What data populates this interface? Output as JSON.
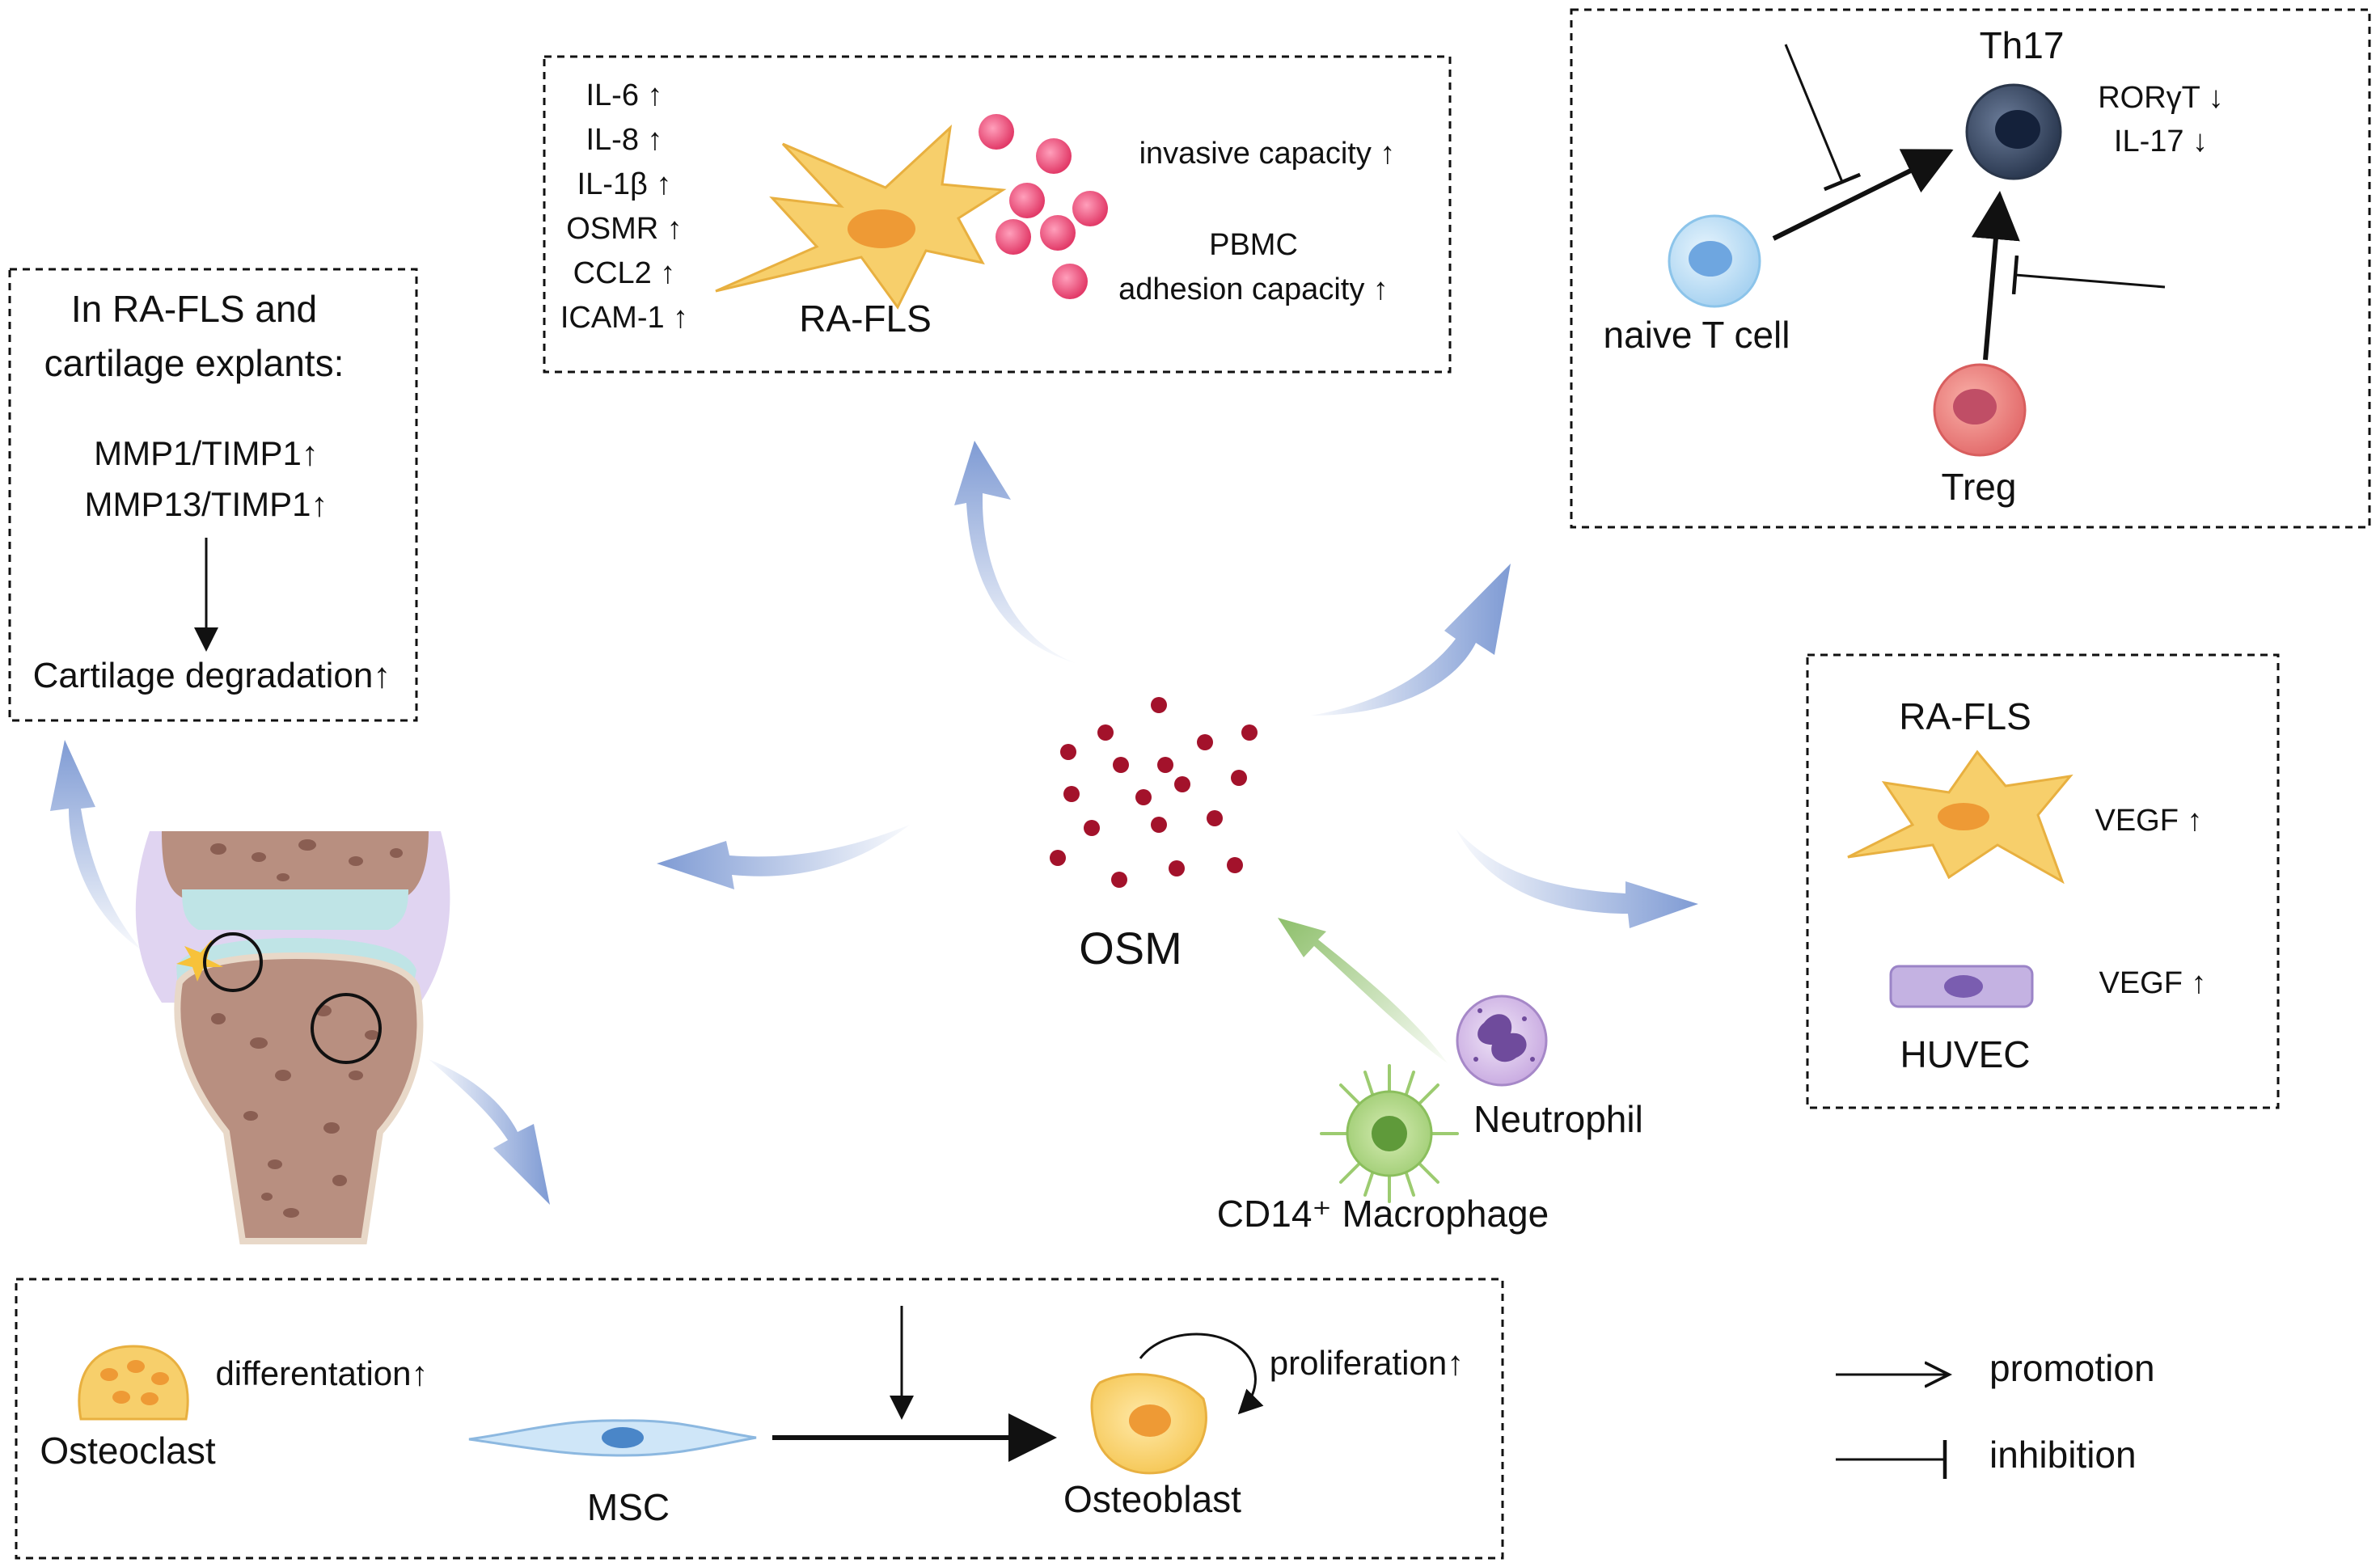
{
  "center": {
    "label": "OSM"
  },
  "cartilage_box": {
    "title_line1": "In RA-FLS and",
    "title_line2": "cartilage explants:",
    "line1": "MMP1/TIMP1↑",
    "line2": "MMP13/TIMP1↑",
    "result": "Cartilage degradation↑"
  },
  "rafls_box": {
    "cytokines": [
      "IL-6 ↑",
      "IL-8 ↑",
      "IL-1β ↑",
      "OSMR ↑",
      "CCL2 ↑",
      "ICAM-1 ↑"
    ],
    "cell_label": "RA-FLS",
    "effect1": "invasive capacity ↑",
    "effect2_line1": "PBMC",
    "effect2_line2": "adhesion capacity ↑"
  },
  "tcell_box": {
    "th17": "Th17",
    "th17_marker1": "RORγT ↓",
    "th17_marker2": "IL-17 ↓",
    "naive": "naive T cell",
    "treg": "Treg"
  },
  "vegf_box": {
    "rafls": "RA-FLS",
    "vegf1": "VEGF ↑",
    "vegf2": "VEGF ↑",
    "huvec": "HUVEC"
  },
  "sources": {
    "neutrophil": "Neutrophil",
    "macrophage": "CD14⁺ Macrophage"
  },
  "bone_box": {
    "osteoclast": "Osteoclast",
    "osteoclast_effect": "differentation↑",
    "msc": "MSC",
    "osteoblast": "Osteoblast",
    "osteoblast_effect": "proliferation↑"
  },
  "legend": {
    "promotion": "promotion",
    "inhibition": "inhibition"
  },
  "colors": {
    "osm_dots": "#a3122b",
    "blue_arrow": "#7f9bd4",
    "green_arrow": "#8dbf6a",
    "fls_cell": "#f7cf6b",
    "pink_dots": "#ef4f7a",
    "th17": "#3b4a63",
    "naive": "#b7dcf5",
    "treg": "#f08585",
    "huvec": "#b9a3d8",
    "bone": "#b88f80"
  }
}
